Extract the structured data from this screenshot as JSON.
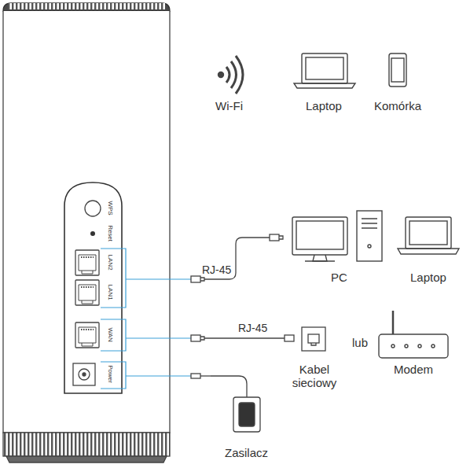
{
  "diagram": {
    "labels": [
      "Wi-Fi",
      "Laptop",
      "Komórka",
      "WPS",
      "Reset",
      "LAN2",
      "LAN1",
      "WAN",
      "Power",
      "RJ-45",
      "PC",
      "Laptop",
      "RJ-45",
      "Kabel sieciowy",
      "lub",
      "Modem",
      "Zasilacz"
    ]
  }
}
